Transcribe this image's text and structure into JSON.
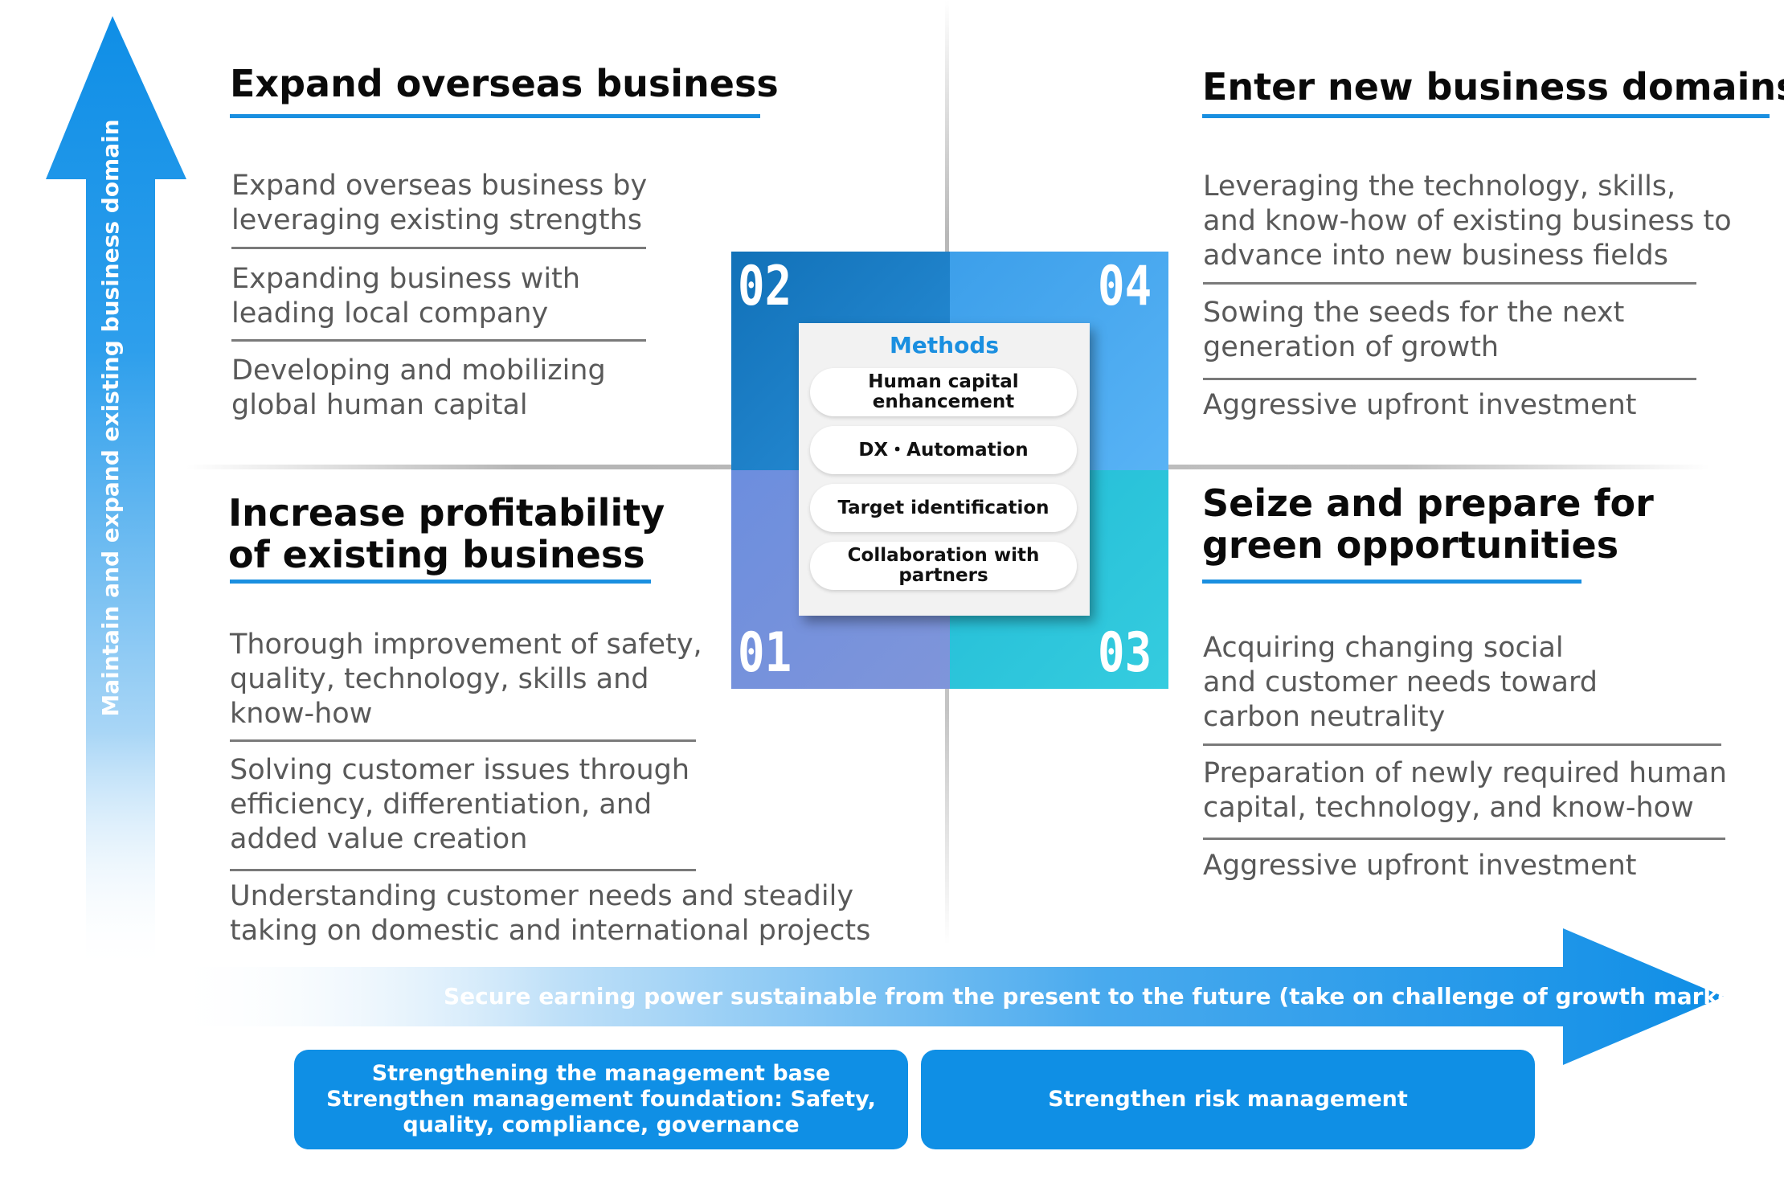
{
  "axes": {
    "vertical_label": "Maintain and expand existing business domain",
    "horizontal_label": "Secure earning power sustainable from the present to the future (take on challenge of growth markets)"
  },
  "quadrants": {
    "q02": {
      "number": "02",
      "title": "Expand overseas business",
      "items": [
        "Expand overseas business by leveraging existing strengths",
        "Expanding business with leading local company",
        "Developing and mobilizing global human capital"
      ]
    },
    "q04": {
      "number": "04",
      "title": "Enter new business domains",
      "items": [
        "Leveraging the technology, skills, and know-how of existing business to advance into new business fields",
        "Sowing the seeds for the next generation of growth",
        "Aggressive upfront investment"
      ]
    },
    "q01": {
      "number": "01",
      "title": "Increase profitability of existing business",
      "items": [
        "Thorough improvement of safety, quality, technology, skills and know-how",
        "Solving customer issues through efficiency, differentiation, and added value creation",
        "Understanding customer needs and steadily taking on domestic and international projects"
      ]
    },
    "q03": {
      "number": "03",
      "title": "Seize and prepare for green opportunities",
      "items": [
        "Acquiring changing social and customer needs toward carbon neutrality",
        "Preparation of newly required human capital, technology, and know-how",
        "Aggressive upfront investment"
      ]
    }
  },
  "methods": {
    "title": "Methods",
    "items": [
      "Human capital enhancement",
      "DX・Automation",
      "Target identification",
      "Collaboration with partners"
    ]
  },
  "foundation": {
    "left": "Strengthening the management base Strengthen management foundation: Safety, quality, compliance, governance",
    "right": "Strengthen risk management"
  },
  "colors": {
    "accent_blue": "#1a8fe0",
    "square_02": "#1171b8",
    "square_04": "#4aa9ef",
    "square_01": "#7490dc",
    "square_03": "#2cc4da",
    "foundation_box": "#0f8fe5"
  }
}
